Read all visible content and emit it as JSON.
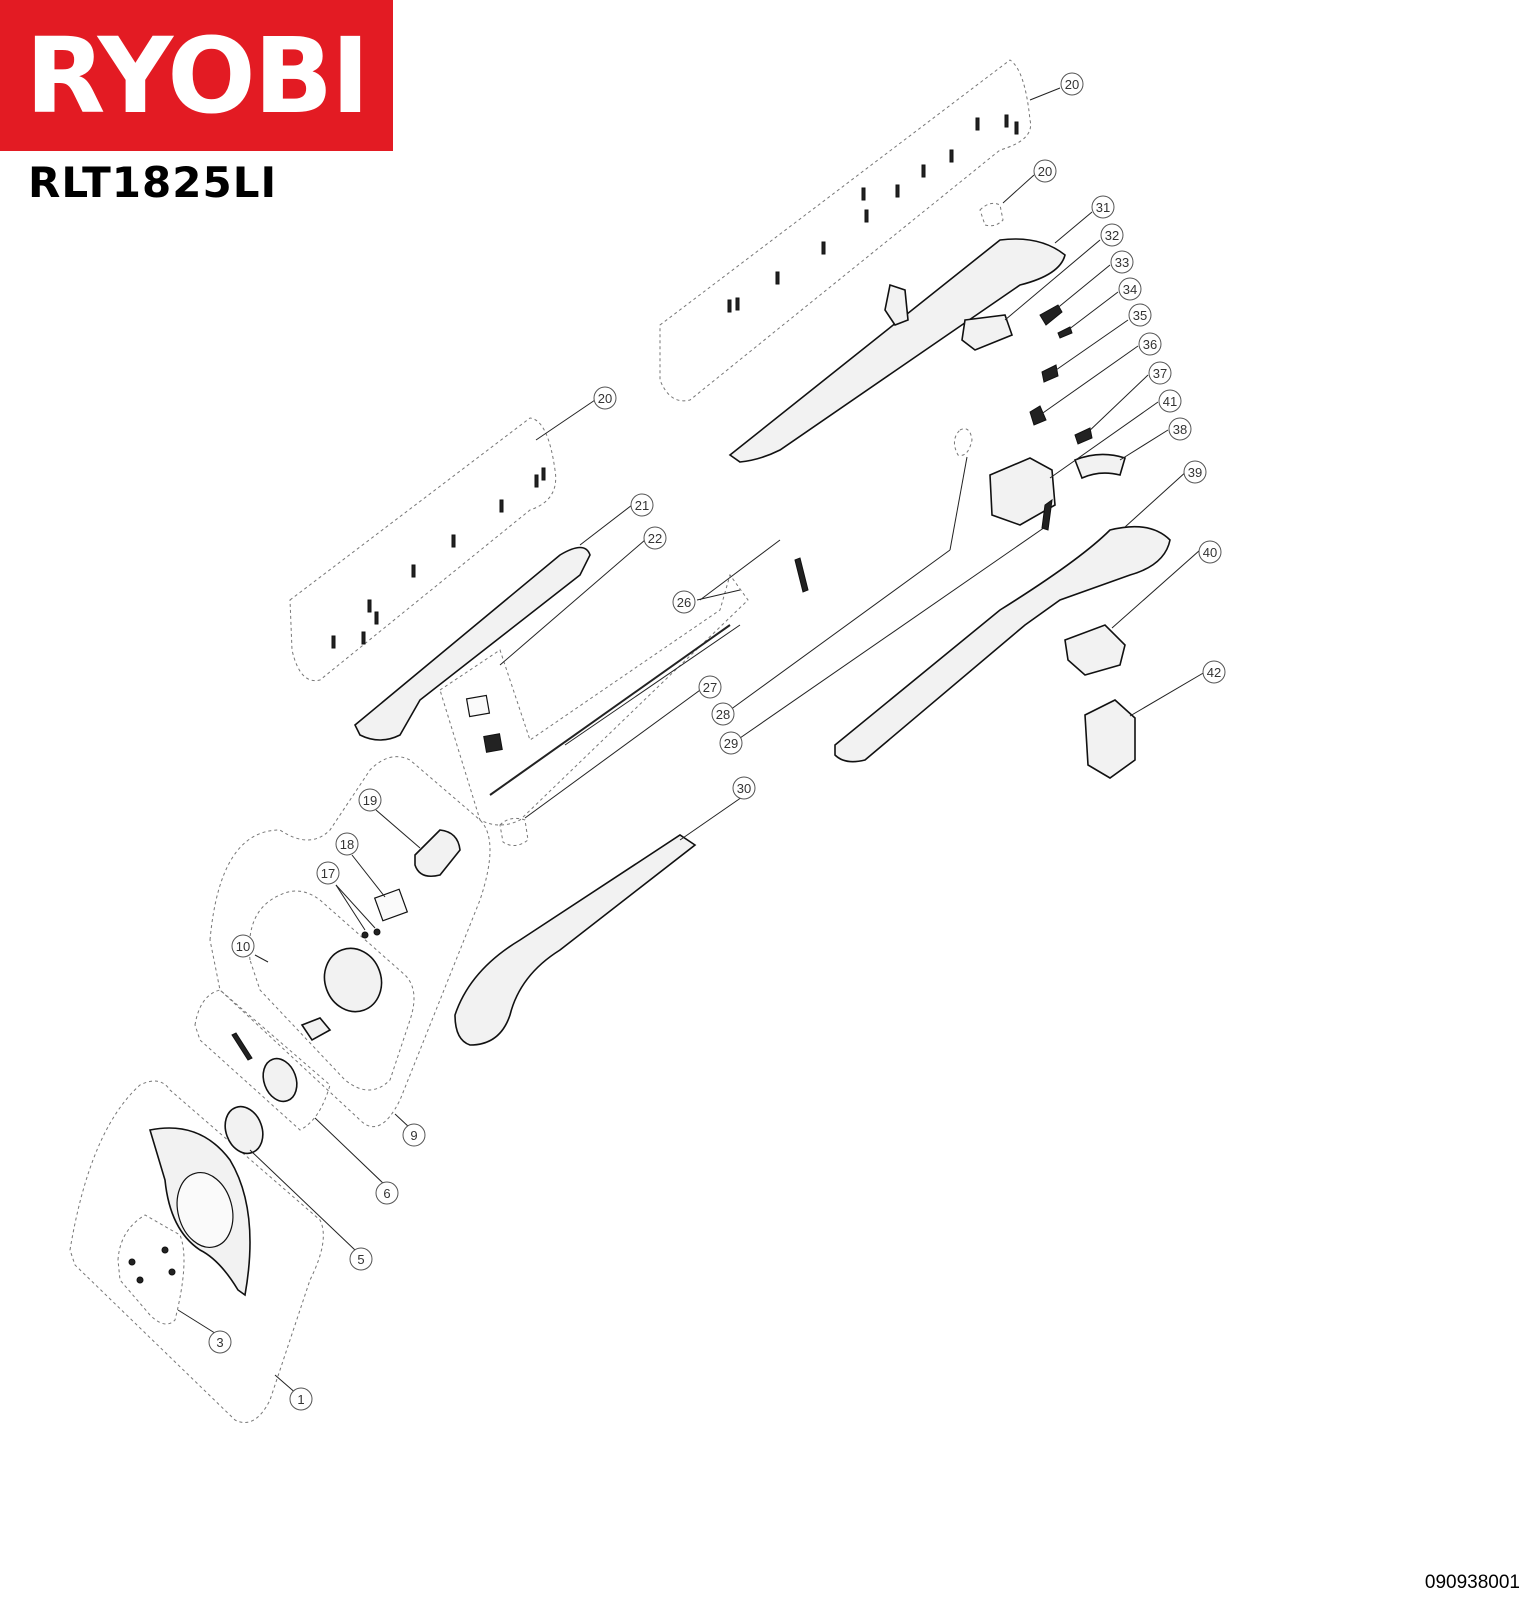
{
  "brand": {
    "logo_text": "RYOBI",
    "color": "#e31b23"
  },
  "model": "RLT1825LI",
  "document_number": "090938001",
  "callouts": [
    "20",
    "20",
    "31",
    "32",
    "33",
    "34",
    "35",
    "36",
    "37",
    "41",
    "38",
    "20",
    "21",
    "22",
    "39",
    "26",
    "40",
    "27",
    "42",
    "28",
    "29",
    "30",
    "19",
    "18",
    "17",
    "10",
    "9",
    "6",
    "5",
    "3",
    "1"
  ]
}
